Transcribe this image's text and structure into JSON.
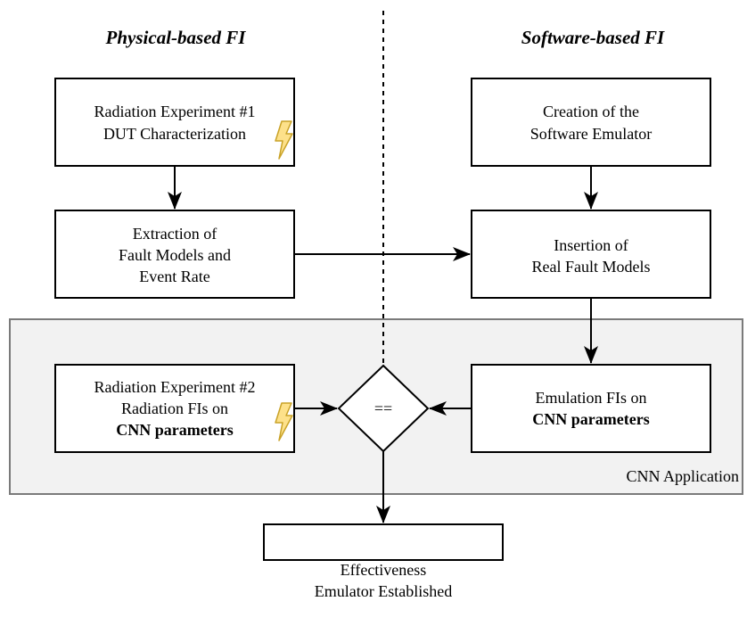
{
  "headers": {
    "left": "Physical-based FI",
    "right": "Software-based FI"
  },
  "region": {
    "label": "CNN Application",
    "fill": "#f2f2f2",
    "stroke": "#7a7a7a"
  },
  "boxes": {
    "radiation_exp1": {
      "lines": [
        "Radiation Experiment #1",
        "DUT Characterization"
      ]
    },
    "extraction": {
      "lines": [
        "Extraction of",
        "Fault Models and",
        "Event Rate"
      ]
    },
    "creation": {
      "lines": [
        "Creation of the",
        "Software Emulator"
      ]
    },
    "insertion": {
      "lines": [
        "Insertion of",
        "Real Fault Models"
      ]
    },
    "radiation_exp2": {
      "lines": [
        "Radiation Experiment #2",
        "Radiation FIs on"
      ],
      "bold_line": "CNN parameters"
    },
    "emulation": {
      "lines": [
        "Emulation FIs on"
      ],
      "bold_line": "CNN parameters"
    },
    "effectiveness": {
      "lines": [
        "Effectiveness",
        "Emulator Established"
      ]
    }
  },
  "decision": {
    "label": "=="
  },
  "icons": {
    "lightning": "lightning-bolt-icon",
    "lightning_fill": "#fde18a",
    "lightning_stroke": "#c9a227"
  }
}
